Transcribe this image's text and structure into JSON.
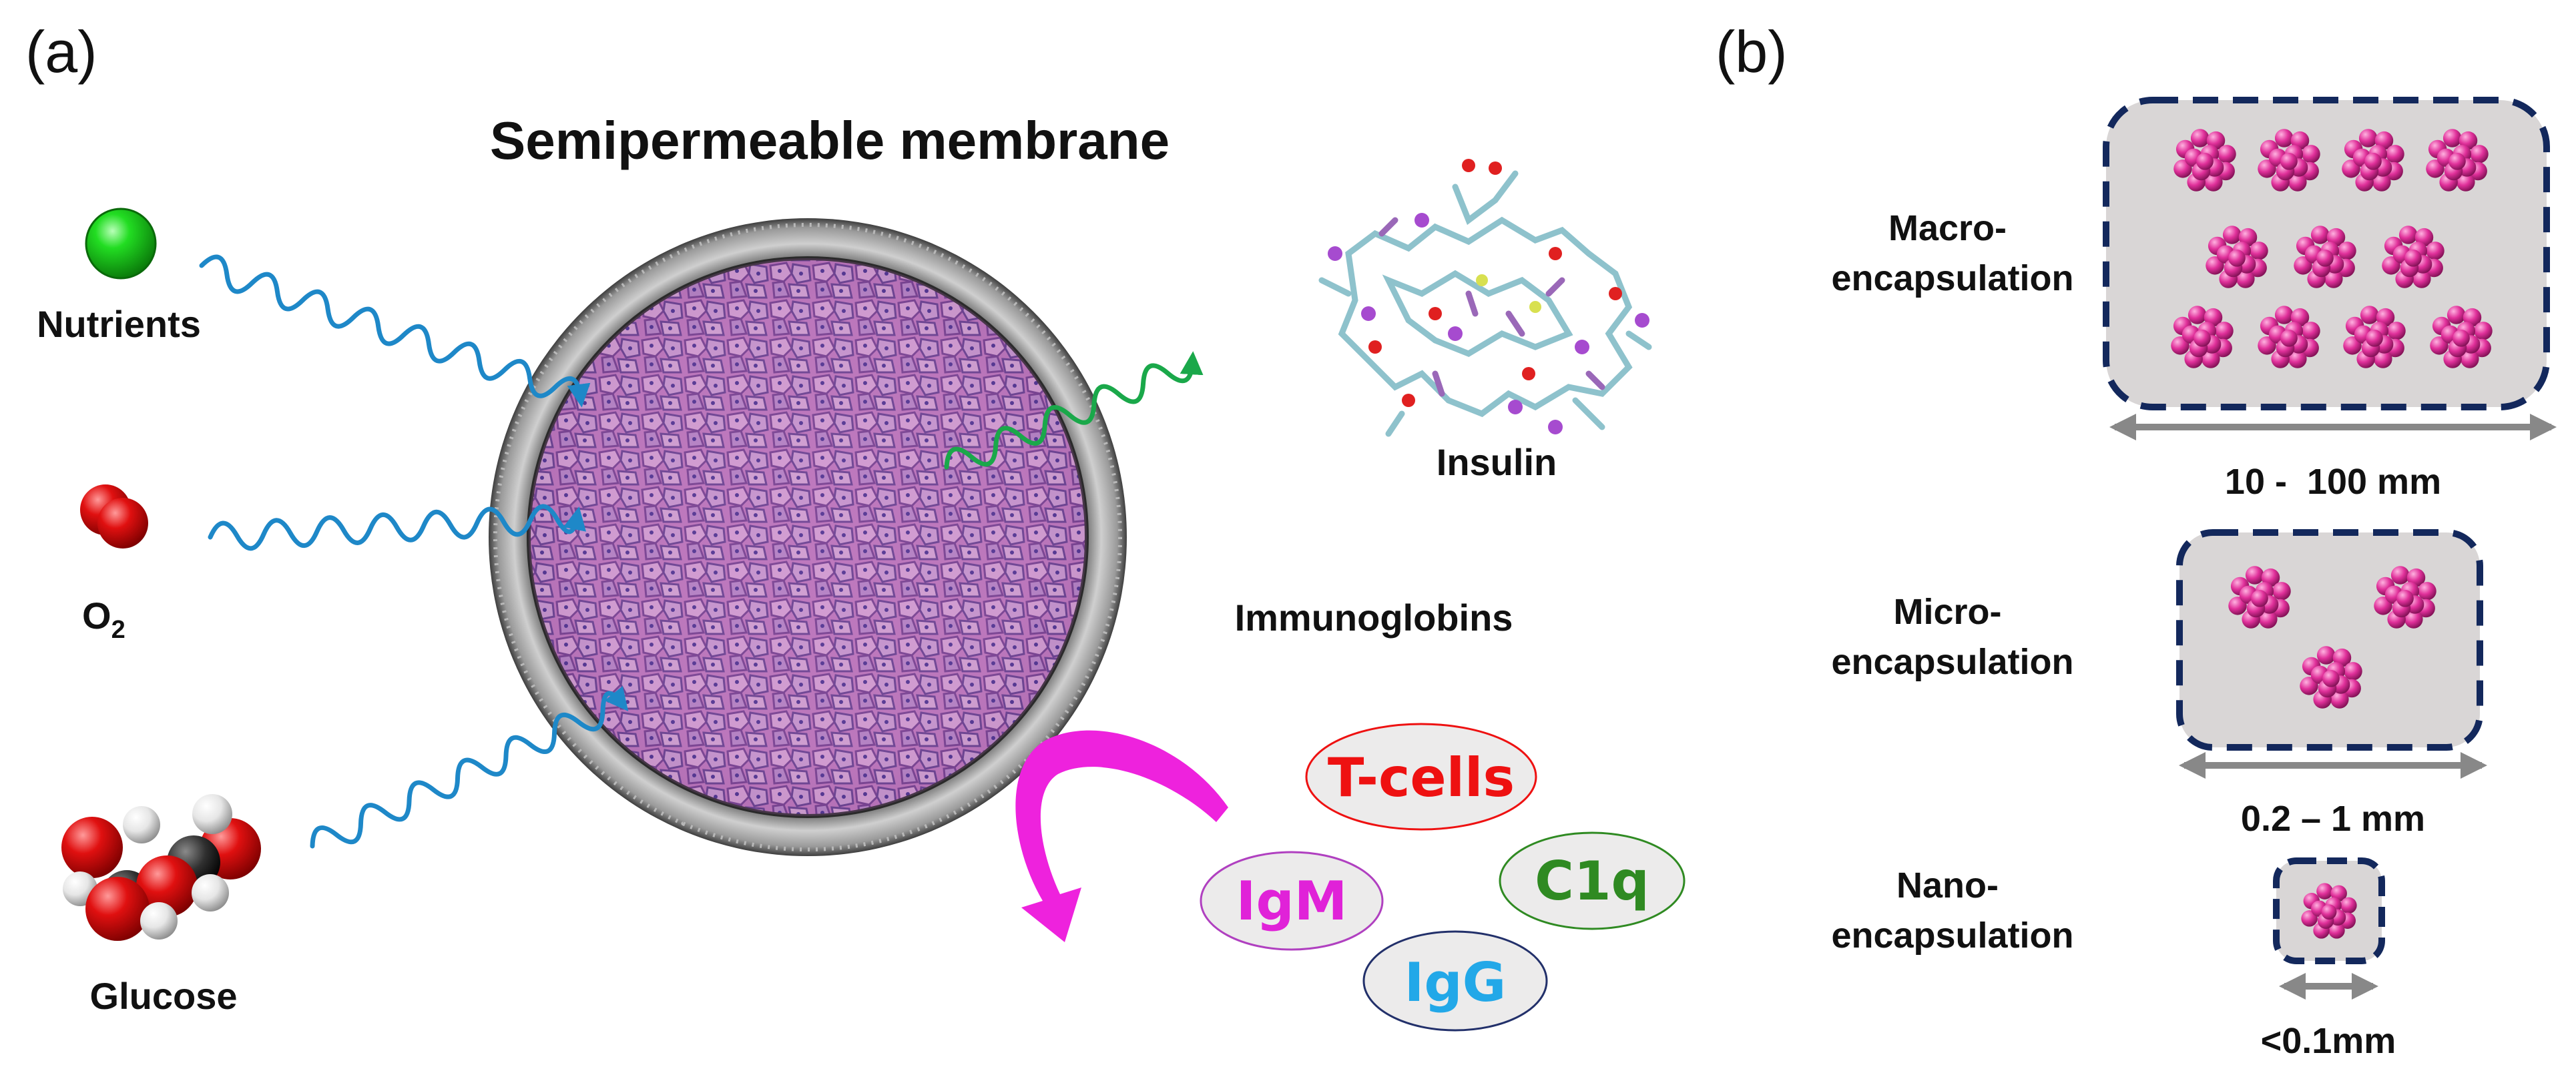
{
  "panel_a": {
    "tag": "(a)",
    "title": "Semipermeable membrane",
    "inputs": {
      "nutrients": "Nutrients",
      "oxygen_main": "O",
      "oxygen_sub": "2",
      "glucose": "Glucose"
    },
    "output": "Insulin",
    "immunoglobins_label": "Immunoglobins",
    "immune_factors": {
      "tcells": "T-cells",
      "igm": "IgM",
      "c1q": "C1q",
      "igg": "IgG"
    },
    "colors": {
      "nutrient_sphere": "#22dd22",
      "oxygen": "#e01010",
      "input_arrow": "#1e88c8",
      "output_arrow": "#1aa84a",
      "reject_arrow": "#ee22dd",
      "tcells": "#ee1111",
      "igm": "#e022d8",
      "c1q": "#2f8a22",
      "igg": "#22a8e8",
      "tissue": "#c878c0"
    }
  },
  "panel_b": {
    "tag": "(b)",
    "macro": {
      "label_line1": "Macro-",
      "label_line2": "encapsulation",
      "size": "10 -  100 mm"
    },
    "micro": {
      "label_line1": "Micro-",
      "label_line2": "encapsulation",
      "size": "0.2 – 1 mm"
    },
    "nano": {
      "label_line1": "Nano-",
      "label_line2": "encapsulation",
      "size": "<0.1mm"
    },
    "colors": {
      "capsule_fill": "#d9d6d6",
      "capsule_border": "#13285c",
      "islet": "#e0309a",
      "dimension_arrow": "#888888"
    }
  }
}
